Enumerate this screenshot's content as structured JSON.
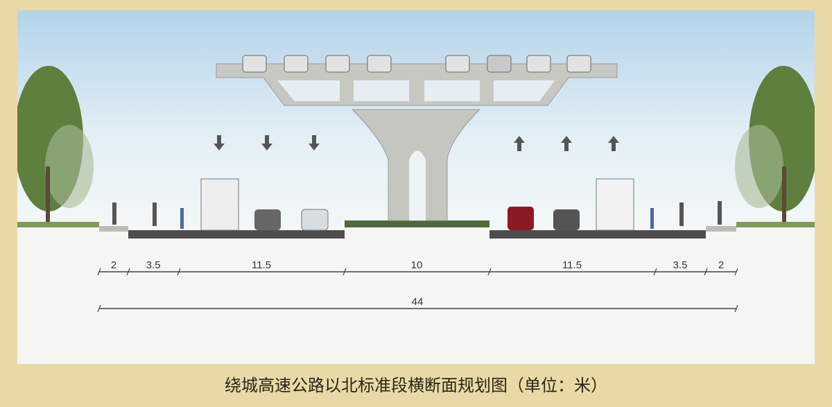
{
  "caption": "绕城高速公路以北标准段横断面规划图（单位：米）",
  "dimensions": {
    "segments": [
      "2",
      "3.5",
      "11.5",
      "10",
      "11.5",
      "3.5",
      "2"
    ],
    "total": "44"
  },
  "colors": {
    "frame": "#e9d9a6",
    "sky_top": "#b9d7ea",
    "concrete": "#c9c9c4",
    "road": "#4a4a4a"
  }
}
